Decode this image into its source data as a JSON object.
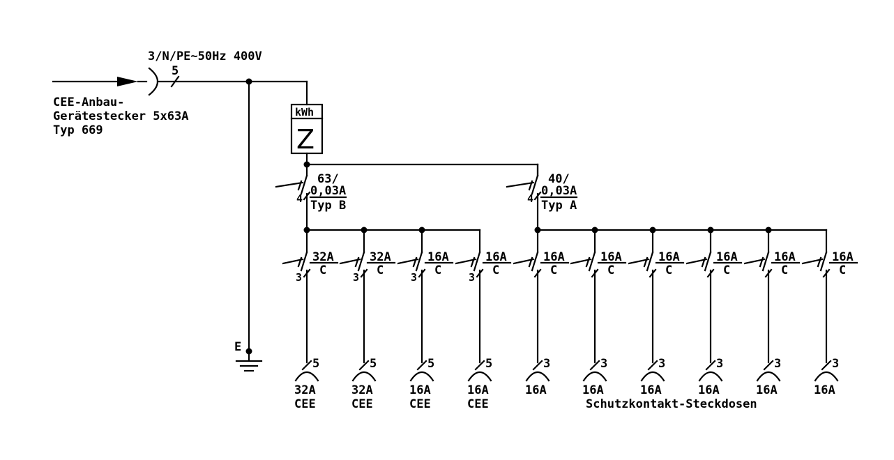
{
  "supply": {
    "label": "3/N/PE~50Hz 400V",
    "conductors": "5",
    "plug_line1": "CEE-Anbau-",
    "plug_line2": "Gerätestecker 5x63A",
    "plug_line3": "Typ 669"
  },
  "earth": {
    "label": "E"
  },
  "meter": {
    "label": "kWh",
    "symbol": "Z"
  },
  "rcds": [
    {
      "rating": "63/",
      "trip": "0,03A",
      "type": "Typ B",
      "poles": "4"
    },
    {
      "rating": "40/",
      "trip": "0,03A",
      "type": "Typ A",
      "poles": "4"
    }
  ],
  "breakers": [
    {
      "rating": "32A",
      "curve": "C",
      "poles": "3"
    },
    {
      "rating": "32A",
      "curve": "C",
      "poles": "3"
    },
    {
      "rating": "16A",
      "curve": "C",
      "poles": "3"
    },
    {
      "rating": "16A",
      "curve": "C",
      "poles": "3"
    },
    {
      "rating": "16A",
      "curve": "C",
      "poles": ""
    },
    {
      "rating": "16A",
      "curve": "C",
      "poles": ""
    },
    {
      "rating": "16A",
      "curve": "C",
      "poles": ""
    },
    {
      "rating": "16A",
      "curve": "C",
      "poles": ""
    },
    {
      "rating": "16A",
      "curve": "C",
      "poles": ""
    },
    {
      "rating": "16A",
      "curve": "C",
      "poles": ""
    }
  ],
  "outlets": [
    {
      "conductors": "5",
      "line1": "32A",
      "line2": "CEE"
    },
    {
      "conductors": "5",
      "line1": "32A",
      "line2": "CEE"
    },
    {
      "conductors": "5",
      "line1": "16A",
      "line2": "CEE"
    },
    {
      "conductors": "5",
      "line1": "16A",
      "line2": "CEE"
    },
    {
      "conductors": "3",
      "line1": "16A",
      "line2": ""
    },
    {
      "conductors": "3",
      "line1": "16A",
      "line2": ""
    },
    {
      "conductors": "3",
      "line1": "16A",
      "line2": ""
    },
    {
      "conductors": "3",
      "line1": "16A",
      "line2": ""
    },
    {
      "conductors": "3",
      "line1": "16A",
      "line2": ""
    },
    {
      "conductors": "3",
      "line1": "16A",
      "line2": ""
    }
  ],
  "schuko_caption": "Schutzkontakt-Steckdosen"
}
